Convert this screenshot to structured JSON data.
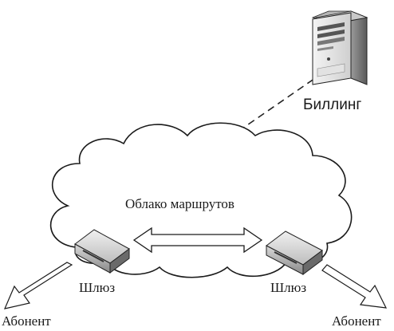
{
  "diagram": {
    "billing_label": "Биллинг",
    "cloud_label": "Облако маршрутов",
    "gateway_left_label": "Шлюз",
    "gateway_right_label": "Шлюз",
    "subscriber_left_label": "Абонент",
    "subscriber_right_label": "Абонент"
  },
  "icons": {
    "server": "server-icon",
    "gateway": "gateway-device-icon",
    "cloud": "cloud-shape"
  }
}
